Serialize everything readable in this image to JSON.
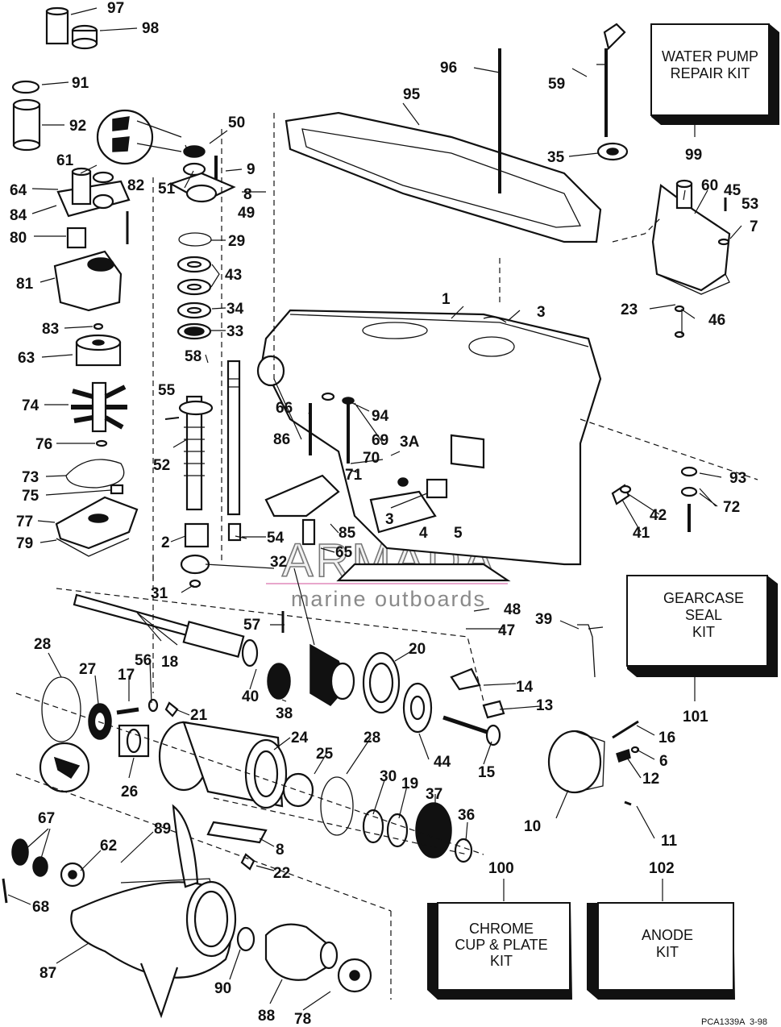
{
  "watermark": {
    "brand": "ARMADA",
    "tagline": "marine outboards"
  },
  "footer": {
    "code": "PCA1339A",
    "date": "3-98"
  },
  "kits": {
    "water_pump": {
      "line1": "WATER PUMP",
      "line2": "REPAIR KIT",
      "number": "99"
    },
    "gearcase_seal": {
      "line1": "GEARCASE",
      "line2": "SEAL",
      "line3": "KIT",
      "number": "101"
    },
    "chrome_cup": {
      "line1": "CHROME",
      "line2": "CUP & PLATE",
      "line3": "KIT",
      "number": "100"
    },
    "anode": {
      "line1": "ANODE",
      "line2": "KIT",
      "number": "102"
    }
  },
  "callouts": [
    "97",
    "98",
    "91",
    "92",
    "61",
    "64",
    "84",
    "80",
    "81",
    "82",
    "83",
    "63",
    "74",
    "55",
    "76",
    "73",
    "75",
    "77",
    "79",
    "2",
    "52",
    "58",
    "50",
    "9",
    "51",
    "8",
    "49",
    "29",
    "43",
    "34",
    "33",
    "96",
    "95",
    "59",
    "35",
    "60",
    "45",
    "53",
    "7",
    "23",
    "46",
    "1",
    "3",
    "94",
    "66",
    "86",
    "69",
    "3A",
    "70",
    "71",
    "93",
    "42",
    "41",
    "72",
    "85",
    "3",
    "4",
    "5",
    "65",
    "54",
    "32",
    "31",
    "48",
    "47",
    "39",
    "57",
    "28",
    "56",
    "17",
    "18",
    "40",
    "38",
    "20",
    "14",
    "27",
    "21",
    "24",
    "13",
    "44",
    "15",
    "16",
    "6",
    "12",
    "26",
    "25",
    "28",
    "30",
    "19",
    "37",
    "36",
    "10",
    "11",
    "67",
    "62",
    "89",
    "8",
    "22",
    "68",
    "87",
    "90",
    "88",
    "78"
  ]
}
